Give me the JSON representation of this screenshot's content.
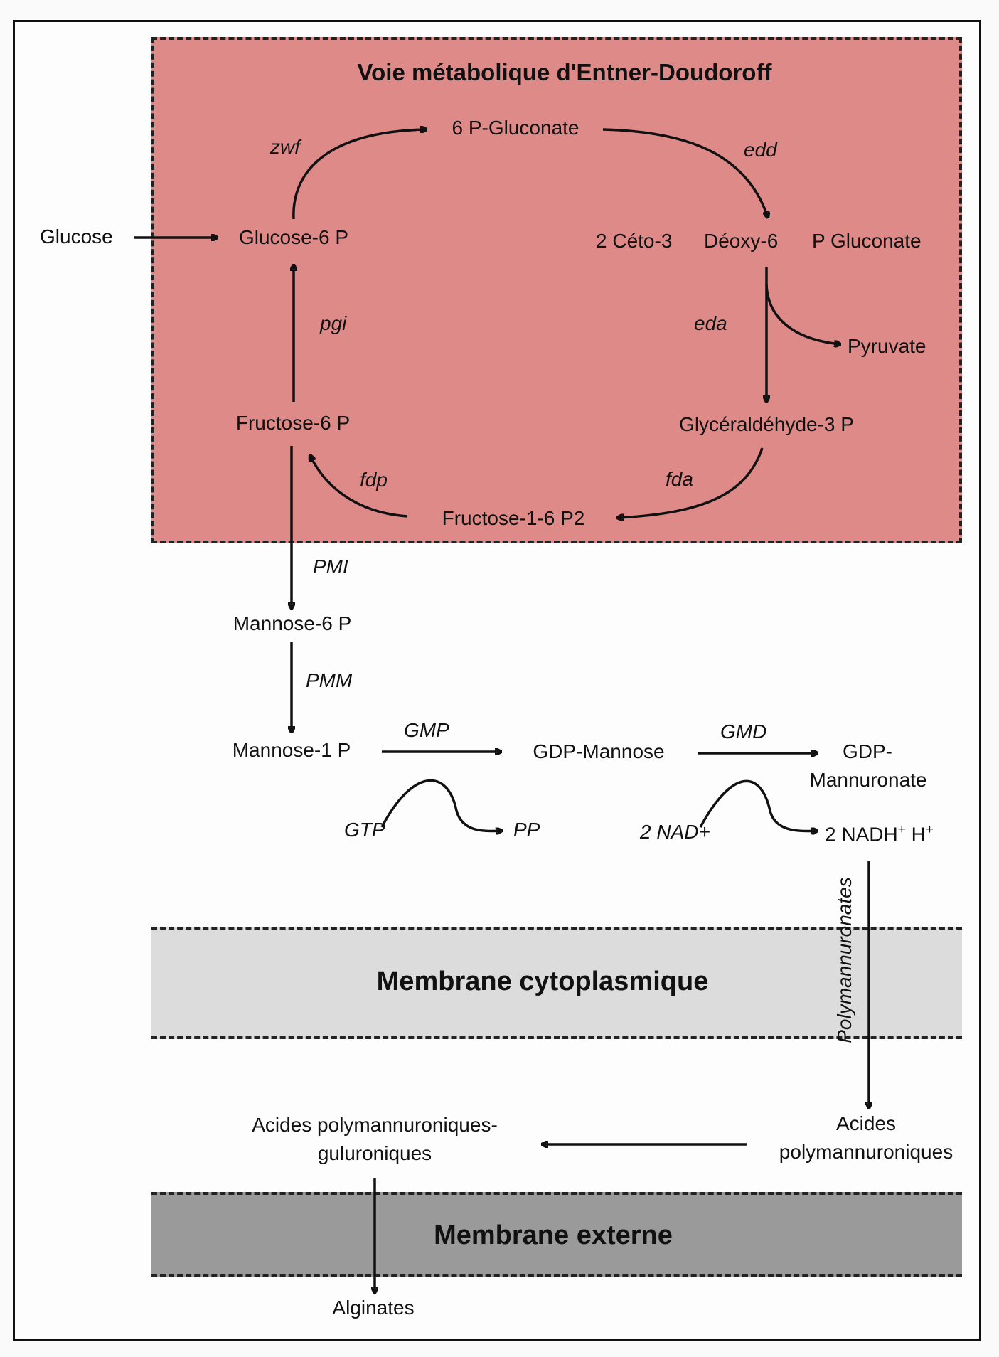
{
  "pathway": {
    "title": "Voie métabolique d'Entner-Doudoroff",
    "metabolites": {
      "glucose": "Glucose",
      "glucose_6p": "Glucose-6 P",
      "gluconate_6p": "6 P-Gluconate",
      "kdpg_a": "2 Céto-3",
      "kdpg_b": "Déoxy-6",
      "kdpg_c": "P Gluconate",
      "pyruvate": "Pyruvate",
      "gap": "Glycéraldéhyde-3 P",
      "fbp": "Fructose-1-6 P2",
      "fructose_6p": "Fructose-6 P",
      "mannose_6p": "Mannose-6 P",
      "mannose_1p": "Mannose-1 P",
      "gdp_mannose": "GDP-Mannose",
      "gdp_mannuronate_1": "GDP-",
      "gdp_mannuronate_2": "Mannuronate",
      "gtp": "GTP",
      "pp": "PP",
      "nad": "2 NAD+",
      "nadh": "2 NADH",
      "nadh_sup": "+",
      "h": " H",
      "h_sup": "+",
      "polymannuronic_1": "Acides",
      "polymannuronic_2": "polymannuroniques",
      "polymannuronic_guluronic_1": "Acides polymannuroniques-",
      "polymannuronic_guluronic_2": "guluroniques",
      "alginates": "Alginates",
      "polymannuronates": "Polymannuronates"
    },
    "enzymes": {
      "zwf": "zwf",
      "edd": "edd",
      "eda": "eda",
      "fda": "fda",
      "fdp": "fdp",
      "pgi": "pgi",
      "pmi": "PMI",
      "pmm": "PMM",
      "gmp": "GMP",
      "gmd": "GMD"
    },
    "membranes": {
      "cytoplasmic": "Membrane cytoplasmique",
      "external": "Membrane externe"
    }
  },
  "colors": {
    "pathway_box": "#de8a88",
    "cytoplasmic_membrane": "#dcdcdc",
    "external_membrane": "#9a9a9a"
  }
}
